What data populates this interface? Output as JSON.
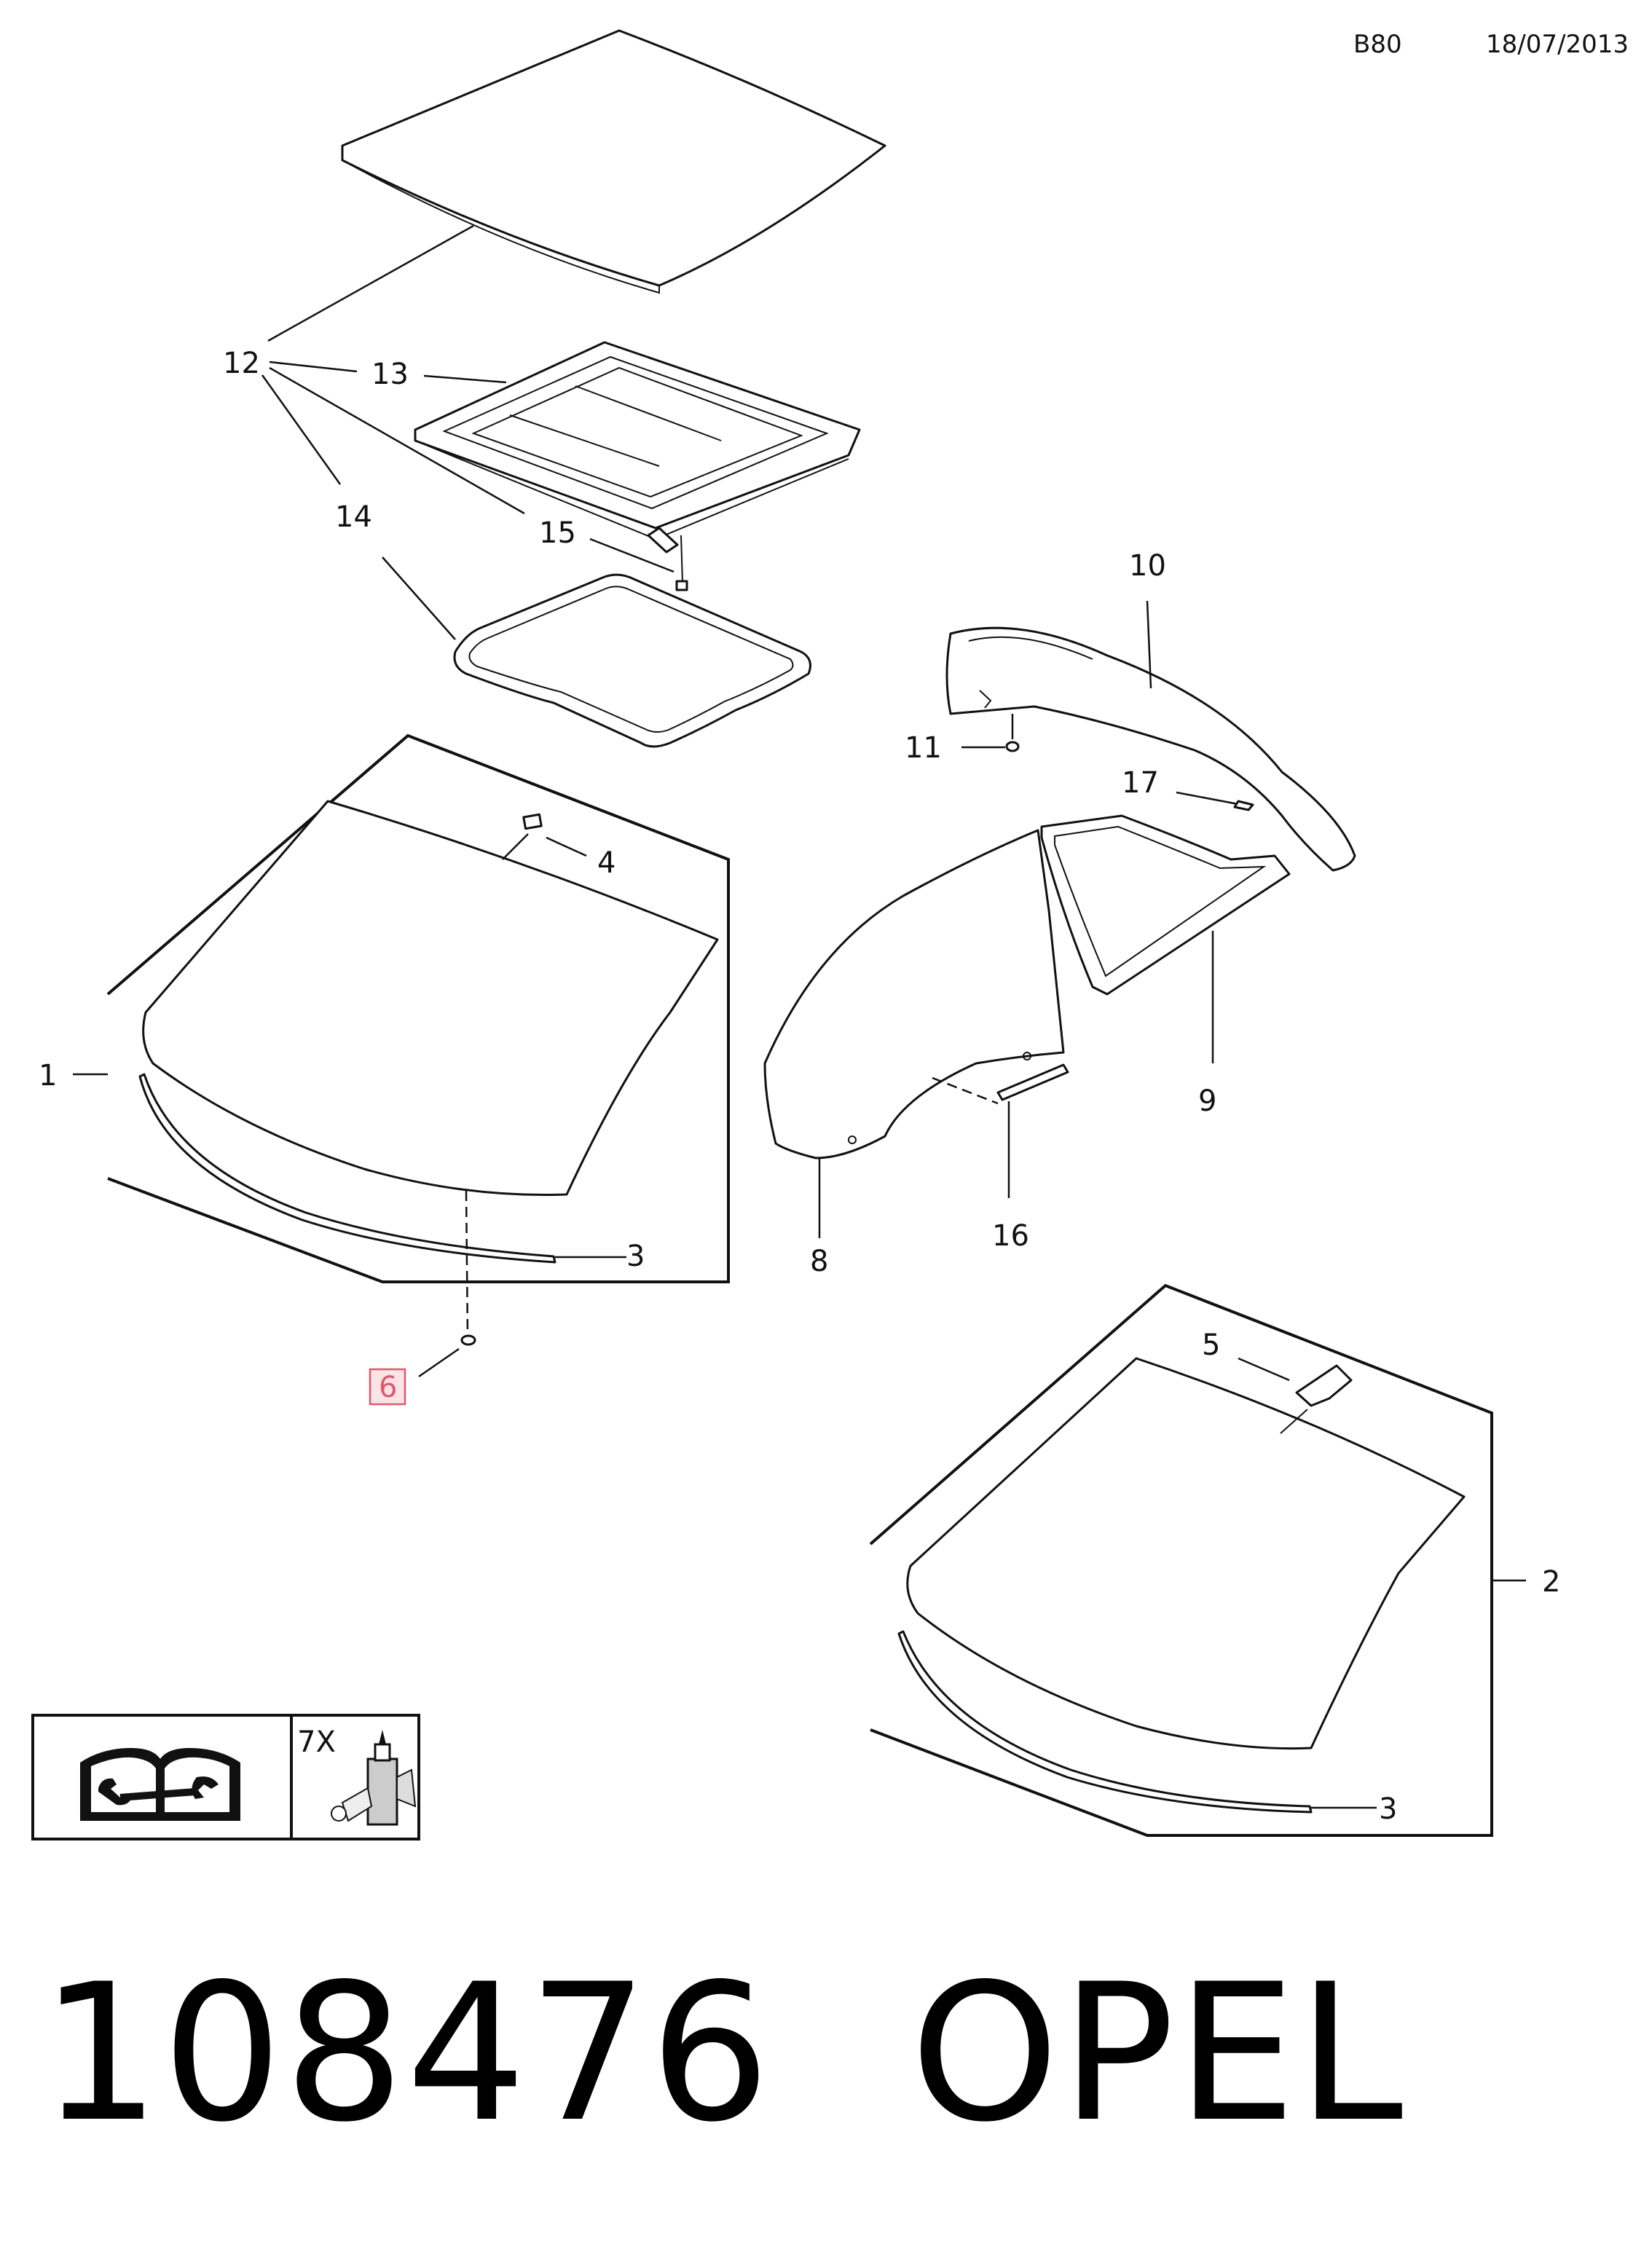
{
  "header": {
    "code": "B80",
    "date": "18/07/2013"
  },
  "callouts": {
    "c1": "1",
    "c2": "2",
    "c3a": "3",
    "c3b": "3",
    "c4": "4",
    "c5": "5",
    "c6": "6",
    "c8": "8",
    "c9": "9",
    "c10": "10",
    "c11": "11",
    "c12": "12",
    "c13": "13",
    "c14": "14",
    "c15": "15",
    "c16": "16",
    "c17": "17"
  },
  "legend": {
    "quantity_label": "7X",
    "manual_icon": "repair-manual-icon",
    "adhesive_icon": "adhesive-bottle-icon"
  },
  "footer": {
    "part_number": "108476",
    "brand": "OPEL"
  },
  "colors": {
    "line": "#111111",
    "highlight": "#e0576c"
  }
}
